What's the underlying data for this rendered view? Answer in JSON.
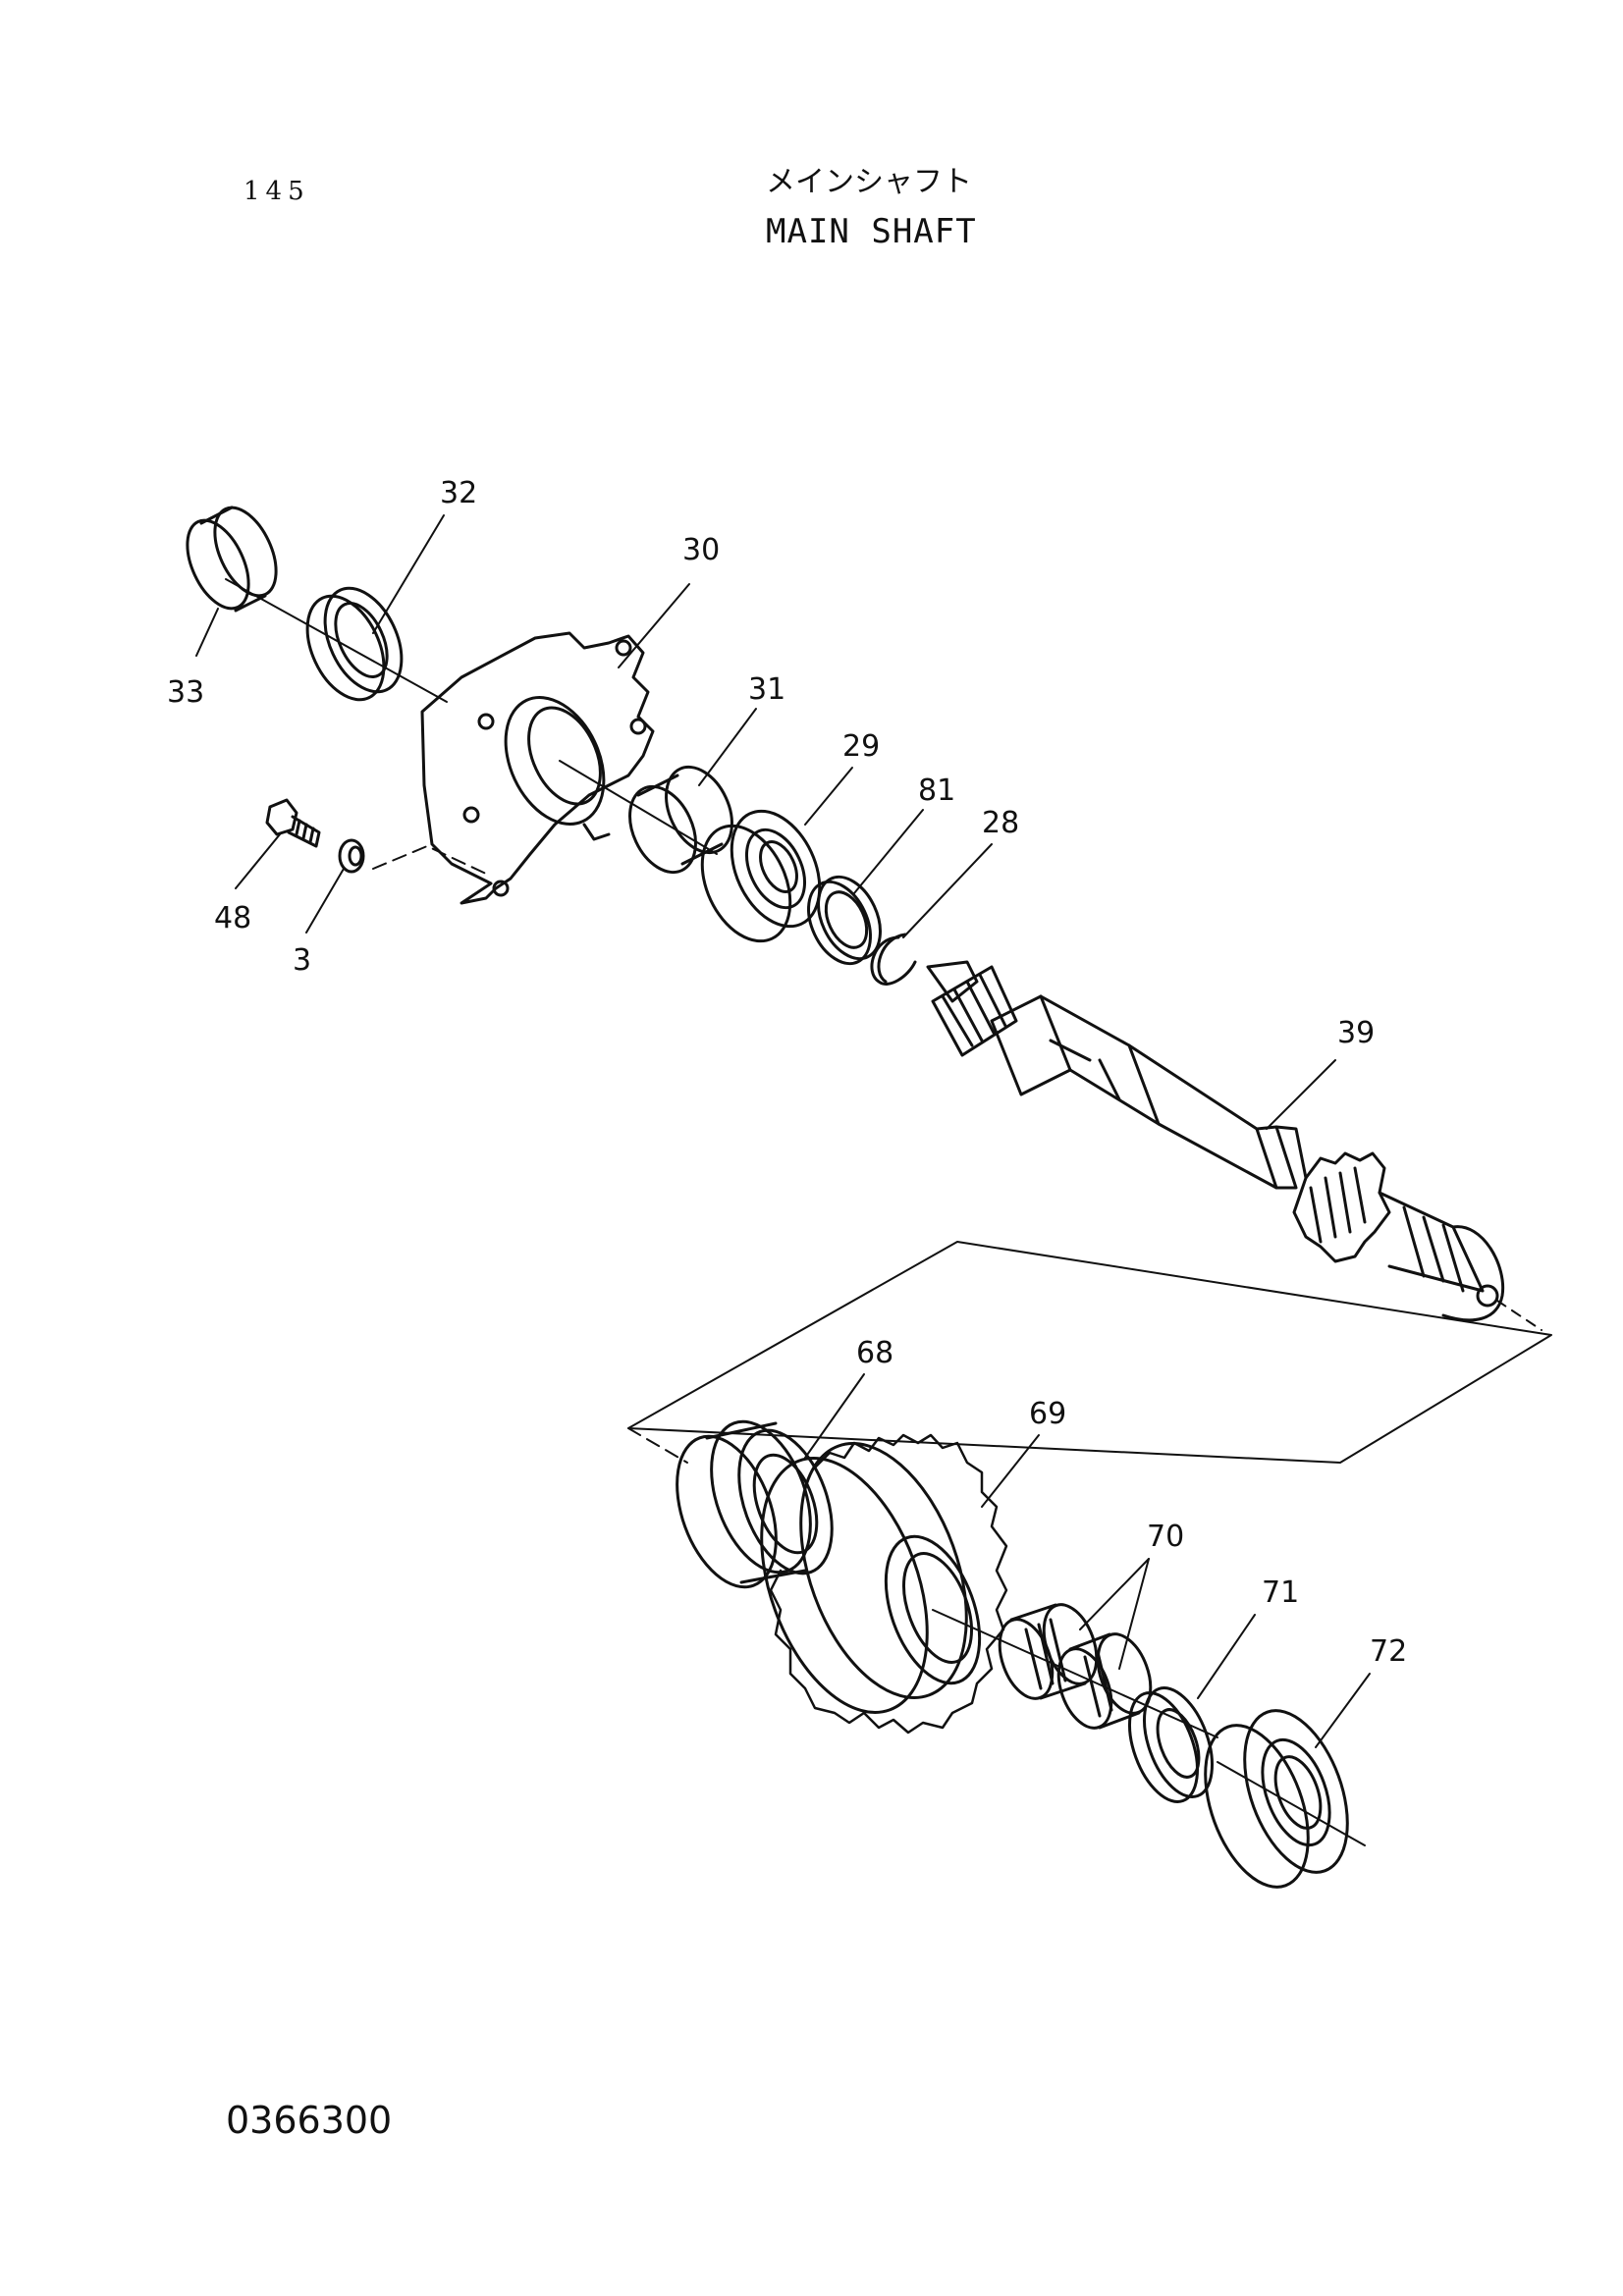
{
  "header": {
    "page_number": "145",
    "title_jp": "メインシャフト",
    "title_en": "MAIN SHAFT"
  },
  "footer": {
    "drawing_number": "0366300"
  },
  "callouts": {
    "c32": "32",
    "c30": "30",
    "c33": "33",
    "c31": "31",
    "c29": "29",
    "c81": "81",
    "c28": "28",
    "c48": "48",
    "c3": "3",
    "c39": "39",
    "c68": "68",
    "c69": "69",
    "c70": "70",
    "c71": "71",
    "c72": "72"
  }
}
